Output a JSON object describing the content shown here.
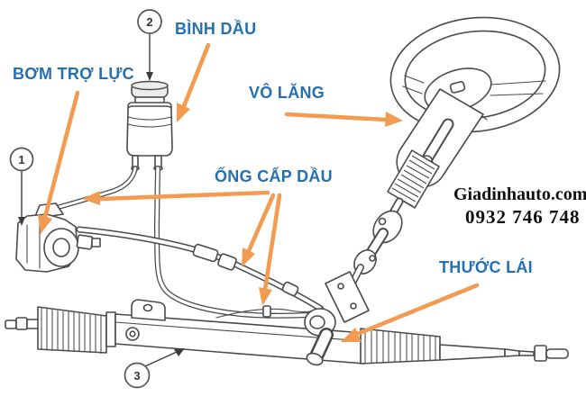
{
  "diagram": {
    "labels": {
      "pump": "BƠM TRỢ LỰC",
      "reservoir": "BÌNH DẦU",
      "steering_wheel": "VÔ LĂNG",
      "oil_pipes": "ỐNG CẤP DẦU",
      "steering_rack": "THƯỚC LÁI"
    },
    "callouts": {
      "one": "1",
      "two": "2",
      "three": "3"
    },
    "watermark": {
      "site": "Giadinhauto.com",
      "phone": "0932 746 748"
    },
    "colors": {
      "label_blue": "#2470B3",
      "arrow_orange": "#F49B52",
      "line_gray": "#4A4A4A"
    }
  }
}
